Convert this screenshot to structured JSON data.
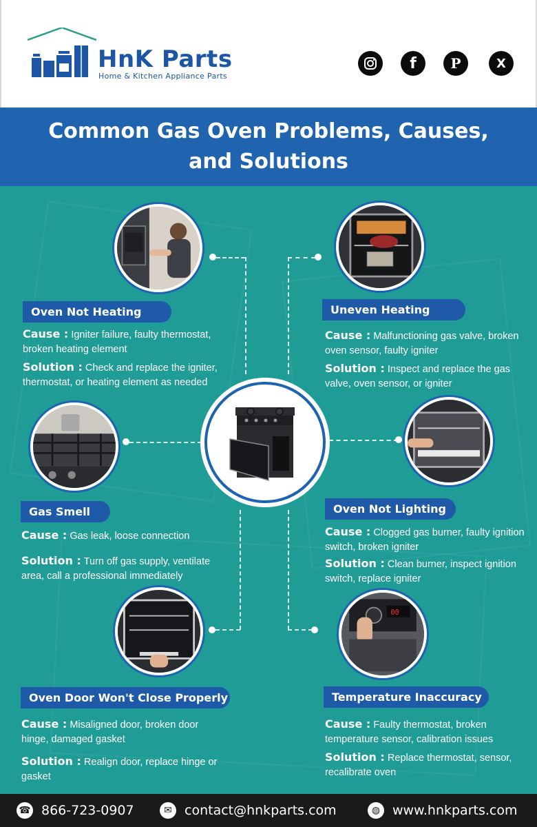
{
  "brand": {
    "name": "HnK Parts",
    "tagline": "Home & Kitchen Appliance Parts",
    "color": "#1c56a5"
  },
  "social": [
    {
      "name": "instagram",
      "glyph": "◎"
    },
    {
      "name": "facebook",
      "glyph": "f"
    },
    {
      "name": "pinterest",
      "glyph": "P"
    },
    {
      "name": "x",
      "glyph": "X"
    }
  ],
  "title": "Common Gas Oven Problems, Causes, and Solutions",
  "problems": [
    {
      "title": "Oven Not Heating",
      "cause_label": "Cause :",
      "cause": "Igniter failure, faulty thermostat, broken heating element",
      "solution_label": "Solution :",
      "solution": "Check and replace the igniter, thermostat, or heating element as needed"
    },
    {
      "title": "Uneven Heating",
      "cause_label": "Cause :",
      "cause": "Malfunctioning gas valve, broken oven sensor, faulty igniter",
      "solution_label": "Solution :",
      "solution": "Inspect and replace the gas valve, oven sensor, or igniter"
    },
    {
      "title": "Gas Smell",
      "cause_label": "Cause :",
      "cause": "Gas leak, loose connection",
      "solution_label": "Solution :",
      "solution": "Turn off gas supply, ventilate area, call a professional immediately"
    },
    {
      "title": "Oven Not Lighting",
      "cause_label": "Cause :",
      "cause": "Clogged gas burner, faulty ignition switch, broken igniter",
      "solution_label": "Solution :",
      "solution": "Clean burner, inspect ignition switch, replace igniter"
    },
    {
      "title": "Oven Door Won't Close Properly",
      "cause_label": "Cause :",
      "cause": "Misaligned door, broken door hinge, damaged gasket",
      "solution_label": "Solution :",
      "solution": "Realign door, replace hinge or gasket"
    },
    {
      "title": "Temperature Inaccuracy",
      "cause_label": "Cause :",
      "cause": "Faulty thermostat, broken temperature sensor, calibration issues",
      "solution_label": "Solution :",
      "solution": "Replace thermostat, sensor, recalibrate oven"
    }
  ],
  "footer": {
    "phone": "866-723-0907",
    "email": "contact@hnkparts.com",
    "website": "www.hnkparts.com"
  },
  "colors": {
    "header_band": "#2063ae",
    "teal": "#1f9c96",
    "pill": "#1f5aa8",
    "footer": "#1a1a1a"
  }
}
